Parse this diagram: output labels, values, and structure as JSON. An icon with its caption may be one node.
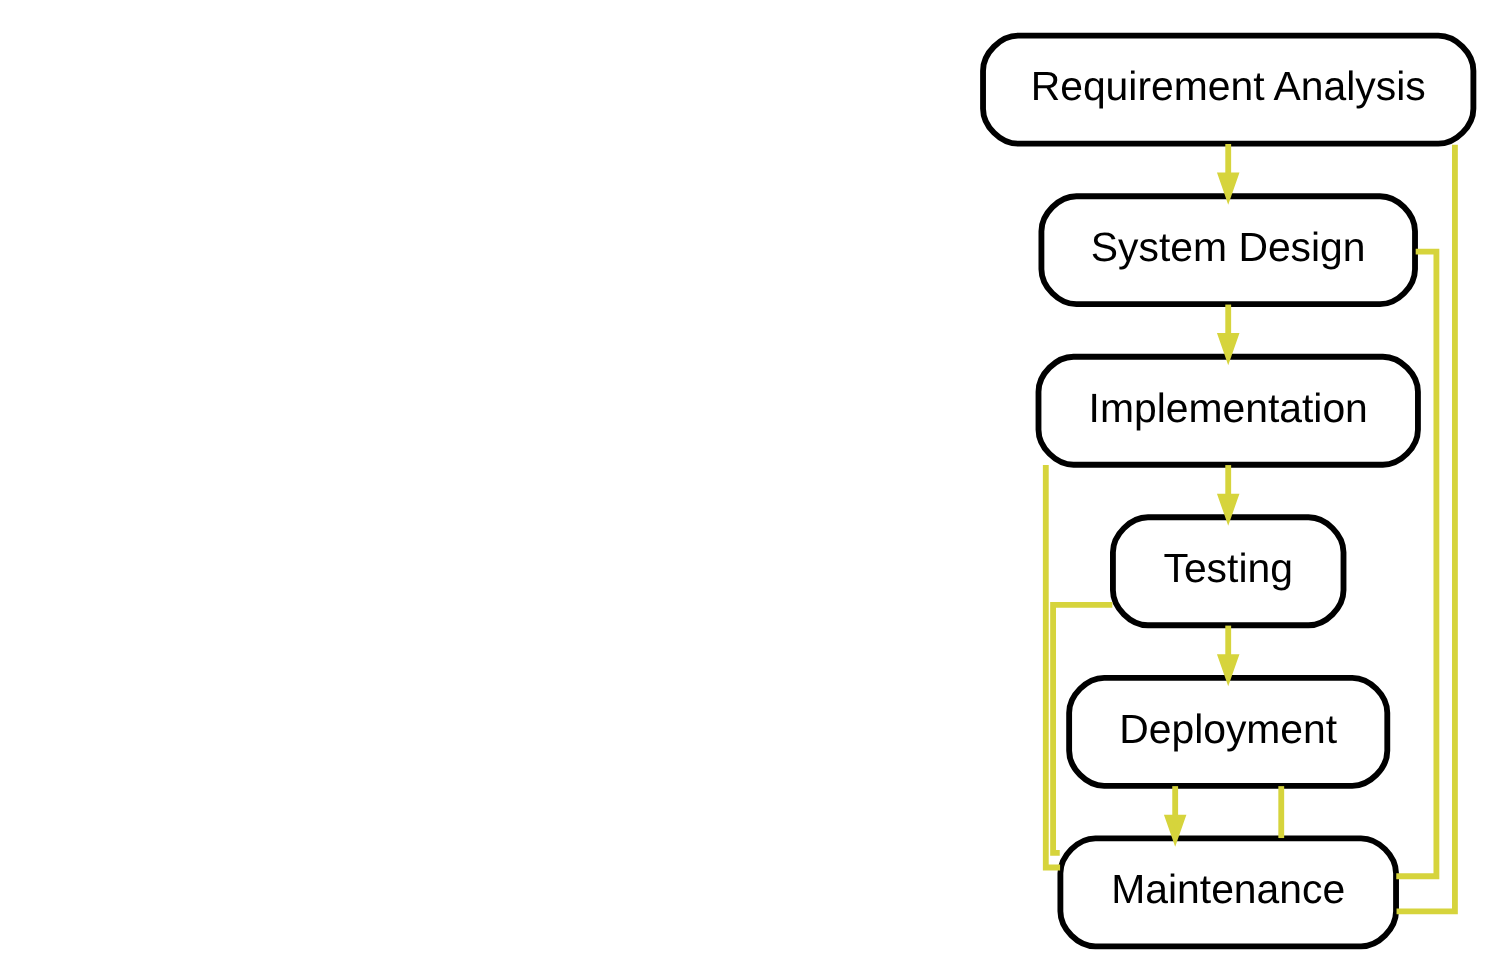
{
  "diagram": {
    "nodes": [
      {
        "text": [
          "Requirement Analysis"
        ]
      },
      {
        "text": [
          "System Design"
        ]
      },
      {
        "text": [
          "Implementation"
        ]
      },
      {
        "text": [
          "Testing"
        ]
      },
      {
        "text": [
          "Deployment"
        ]
      },
      {
        "text": [
          "Maintenance"
        ]
      }
    ],
    "edges": [
      {
        "from": 0,
        "to": 1,
        "arrow": "to"
      },
      {
        "from": 1,
        "to": 2,
        "arrow": "to"
      },
      {
        "from": 2,
        "to": 3,
        "arrow": "to"
      },
      {
        "from": 3,
        "to": 4,
        "arrow": "to"
      },
      {
        "from": 4,
        "to": 5,
        "arrow": "to"
      },
      {
        "from": 0,
        "to": 5,
        "arrow": "none"
      },
      {
        "from": 1,
        "to": 5,
        "arrow": "none"
      },
      {
        "from": 2,
        "to": 5,
        "arrow": "none"
      },
      {
        "from": 3,
        "to": 5,
        "arrow": "none"
      },
      {
        "from": 4,
        "to": 5,
        "arrow": "none"
      }
    ]
  }
}
